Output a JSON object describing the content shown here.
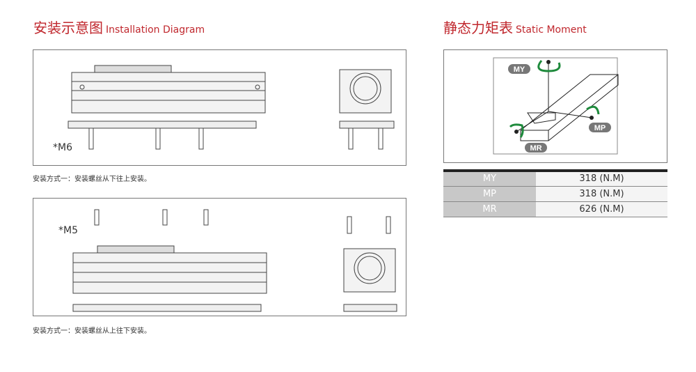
{
  "install": {
    "title": "安装示意图",
    "title_en": "Installation Diagram",
    "method1": "安装方式一：安装螺丝从下往上安装。",
    "screw1": "*M6",
    "method2": "安装方式一：安装螺丝从上往下安装。",
    "screw2": "*M5"
  },
  "moment": {
    "title": "静态力矩表",
    "title_en": "Static Moment",
    "diagram_labels": {
      "my": "MY",
      "mp": "MP",
      "mr": "MR"
    },
    "rows": [
      {
        "name": "MY",
        "value": "318 (N.M)"
      },
      {
        "name": "MP",
        "value": "318 (N.M)"
      },
      {
        "name": "MR",
        "value": "626 (N.M)"
      }
    ]
  },
  "colors": {
    "accent": "#c0272d",
    "arrow": "#1e8a3c"
  }
}
